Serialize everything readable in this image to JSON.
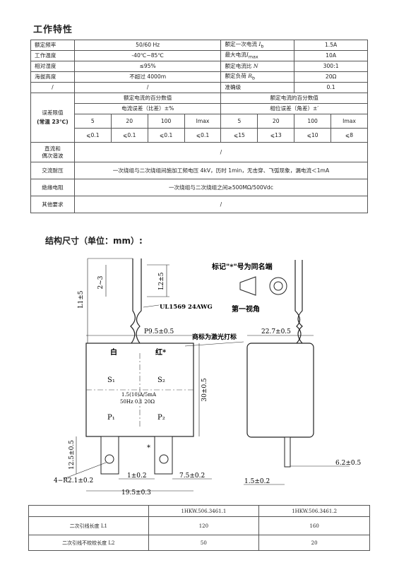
{
  "section1_title": "工作特性",
  "spec": {
    "r1": {
      "l1": "额定频率",
      "v1": "50/60 Hz",
      "l2": "额定一次电流",
      "s2": "I",
      "sub2": "b",
      "v2": "1.5A"
    },
    "r2": {
      "l1": "工作温度",
      "v1": "-40℃~85℃",
      "l2": "最大电流",
      "s2": "I",
      "sub2": "max",
      "v2": "10A"
    },
    "r3": {
      "l1": "相对湿度",
      "v1": "≤95%",
      "l2": "额定电流比",
      "s2": "N",
      "v2": "300:1"
    },
    "r4": {
      "l1": "海拔高度",
      "v1": "不超过 4000m",
      "l2": "额定负荷",
      "s2": "R",
      "sub2": "b",
      "v2": "20Ω"
    },
    "r5": {
      "l1": "/",
      "v1": "/",
      "l2": "准确级",
      "v2": "0.1"
    },
    "err_label1": "误差限值",
    "err_label2": "(常温 23℃)",
    "err_head_left": "额定电流的百分数值",
    "err_head_right": "额定电流的百分数值",
    "err_sub_left": "电流误差（比差）±%",
    "err_sub_right": "相位误差（角差）±′",
    "cols": [
      "5",
      "20",
      "100",
      "Imax",
      "5",
      "20",
      "100",
      "Imax"
    ],
    "vals": [
      "⩽0.1",
      "⩽0.1",
      "⩽0.1",
      "⩽0.1",
      "⩽15",
      "⩽13",
      "⩽10",
      "⩽8"
    ],
    "dc_l1": "直流和",
    "dc_l2": "偶次谐波",
    "dc_v": "/",
    "ac_l": "交流耐压",
    "ac_v": "一次绕组与二次绕组间施加工频电压 4kV，历时 1min，无击穿、飞弧现象，漏电流＜1mA",
    "ins_l": "绝缘电阻",
    "ins_v": "一次绕组与二次绕组之间≥500MΩ/500Vdc",
    "oth_l": "其他要求",
    "oth_v": "/"
  },
  "section2_title": "结构尺寸（单位：mm）:",
  "drawing": {
    "wire_label": "UL1569 24AWG",
    "mark_note": "标记\"*\"号为同名端",
    "view_label": "第一视角",
    "brand_note": "商标为激光打标",
    "white": "白",
    "red": "红*",
    "s1": "S₁",
    "s2": "S₂",
    "p1": "P₁",
    "p2": "P₂",
    "rating1": "1.5(10)A/5mA",
    "rating2": "50Hz 0.1 20Ω",
    "star": "*",
    "d_l1": "L1±5",
    "d_2_3": "2~3",
    "d_l2": "L2±5",
    "d_pitch": "P9.5±0.5",
    "d_width2": "22.7±0.5",
    "d_height": "30±0.5",
    "d_12_5": "12.5±0.5",
    "d_hole": "4−R2.1±0.2",
    "d_1": "1±0.2",
    "d_7_5": "7.5±0.2",
    "d_19_5": "19.5±0.3",
    "d_6_2": "6.2±0.5",
    "d_1_5": "1.5±0.2"
  },
  "bottom_table": {
    "h1": "1HKW.506.3461.1",
    "h2": "1HKW.506.3461.2",
    "r1l": "二次引线长度 L1",
    "r1a": "120",
    "r1b": "160",
    "r2l": "二次引线不绞绞长度 L2",
    "r2a": "50",
    "r2b": "20"
  }
}
